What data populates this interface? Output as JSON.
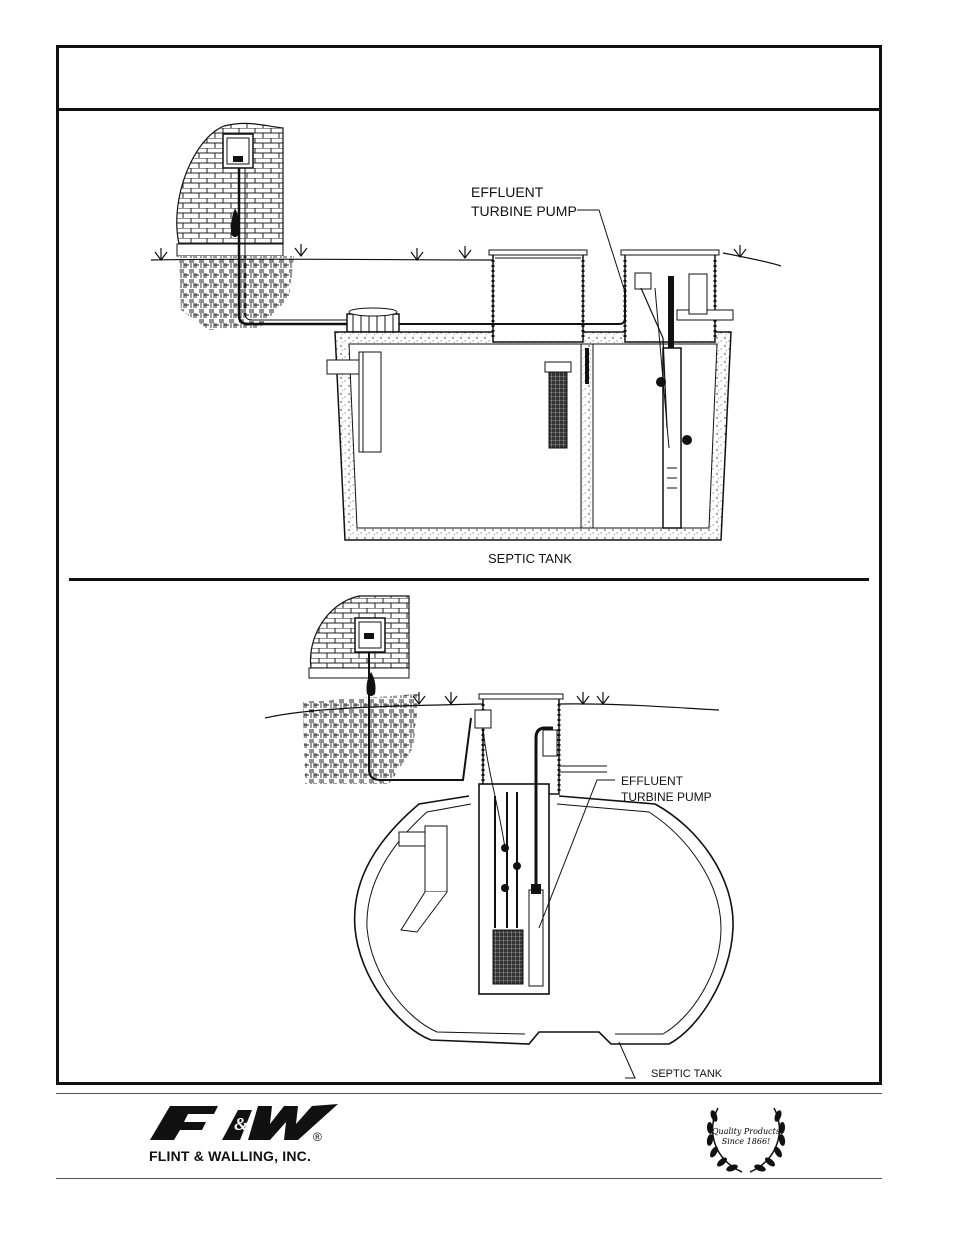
{
  "top_figure": {
    "pump_label_line1": "EFFLUENT",
    "pump_label_line2": "TURBINE PUMP",
    "tank_label": "SEPTIC TANK"
  },
  "bottom_figure": {
    "pump_label_line1": "EFFLUENT",
    "pump_label_line2": "TURBINE PUMP",
    "tank_label": "SEPTIC TANK"
  },
  "footer": {
    "logo_text": "F&W",
    "registered_mark": "®",
    "company_name": "FLINT & WALLING, INC.",
    "seal_line1": "Quality Products",
    "seal_line2": "Since 1866!"
  },
  "icons": [
    "control-box-icon",
    "float-switch-icon",
    "pump-icon",
    "laurel-seal-icon"
  ]
}
